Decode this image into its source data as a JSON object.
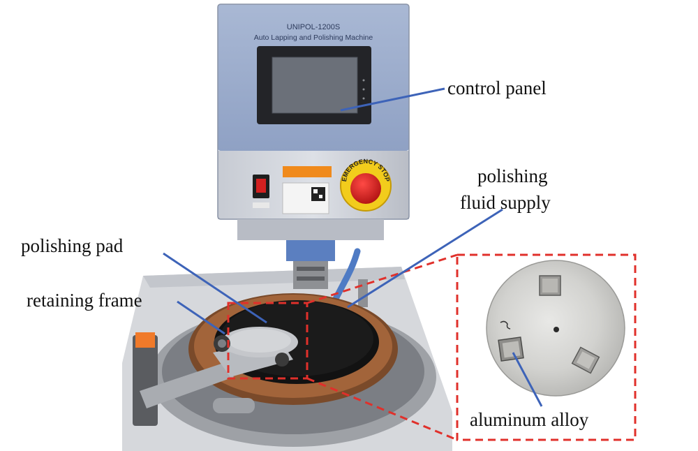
{
  "machine": {
    "model": "UNIPOL-1200S",
    "name": "Auto Lapping and Polishing Machine",
    "emergency_text": "EMERGENCY STOP"
  },
  "labels": {
    "control_panel": "control panel",
    "polishing_fluid_supply_line1": "polishing",
    "polishing_fluid_supply_line2": "fluid supply",
    "polishing_pad": "polishing pad",
    "retaining_frame": "retaining frame",
    "aluminum_alloy": "aluminum alloy"
  },
  "colors": {
    "leader_line": "#3d63b8",
    "highlight_box": "#e0302b",
    "machine_body": "#c9ccd3",
    "panel_blue": "#97a9cc"
  }
}
